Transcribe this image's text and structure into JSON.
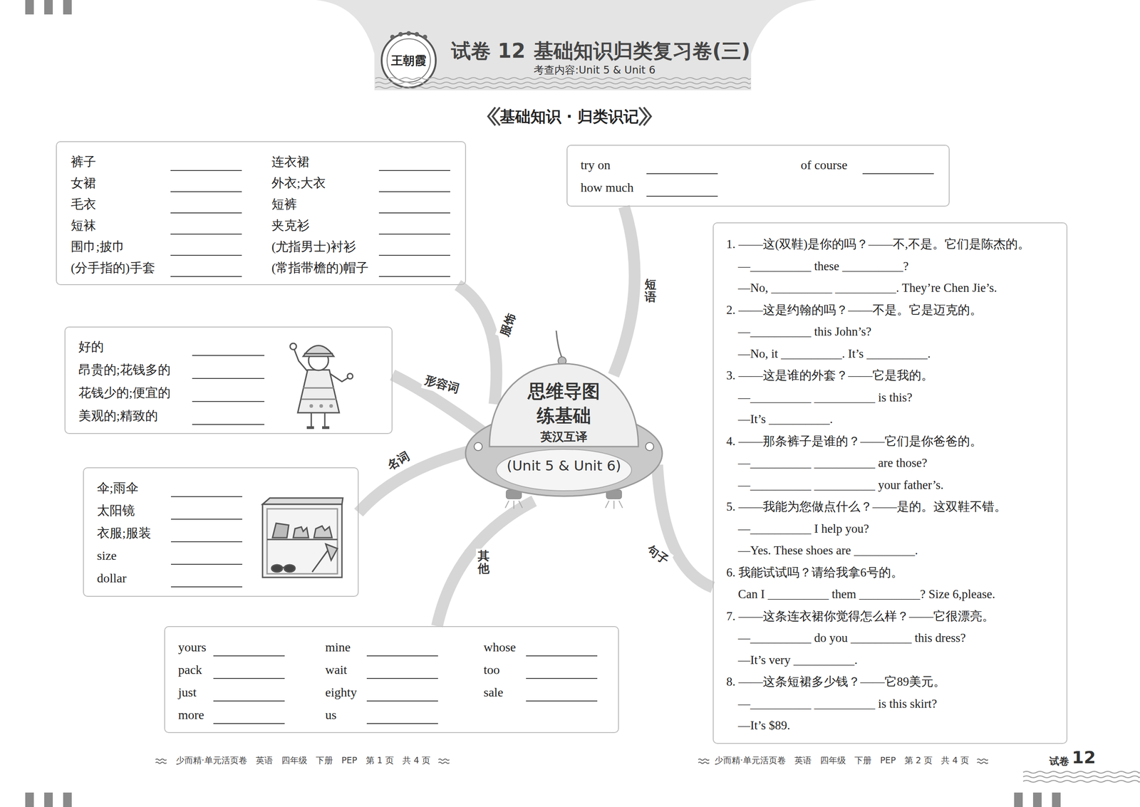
{
  "diagram": {
    "title": "基础知识归类复习卷(三)",
    "nodes": [
      {
        "text": [
          "思维导图 练基础",
          "英汉互译",
          "(Unit 5 & Unit 6)"
        ]
      },
      {
        "text": [
          "裤子",
          "连衣裙",
          "女裙",
          "外衣;大衣",
          "毛衣",
          "短裤",
          "短袜",
          "夹克衫",
          "围巾;披巾",
          "(尤指男士)衬衫",
          "(分手指的)手套",
          "(常指带檐的)帽子"
        ]
      },
      {
        "text": [
          "try on",
          "of course",
          "how much"
        ]
      },
      {
        "text": [
          "1. ——这(双鞋)是你的吗？——不,不是。它们是陈杰的。",
          "—__________ these __________?",
          "—No, __________ __________. They’re Chen Jie’s.",
          "2. ——这是约翰的吗？——不是。它是迈克的。",
          "—__________ this John’s?",
          "—No, it __________. It’s __________.",
          "3. ——这是谁的外套？——它是我的。",
          "—__________ __________ is this?",
          "—It’s __________.",
          "4. ——那条裤子是谁的？——它们是你爸爸的。",
          "—__________ __________ are those?",
          "—__________ __________ your father’s.",
          "5. ——我能为您做点什么？——是的。这双鞋不错。",
          "—__________ I help you?",
          "—Yes. These shoes are __________.",
          "6. 我能试试吗？请给我拿6号的。",
          "Can I __________ them __________? Size 6,please.",
          "7. ——这条连衣裙你觉得怎么样？——它很漂亮。",
          "—__________ do you __________ this dress?",
          "—It’s very __________.",
          "8. ——这条短裙多少钱？——它89美元。",
          "—__________ __________ is this skirt?",
          "—It’s $89."
        ]
      },
      {
        "text": [
          "好的",
          "昂贵的;花钱多的",
          "花钱少的;便宜的",
          "美观的;精致的"
        ]
      },
      {
        "text": [
          "伞;雨伞",
          "太阳镜",
          "衣服;服装",
          "size",
          "dollar"
        ]
      },
      {
        "text": [
          "yours",
          "mine",
          "whose",
          "pack",
          "wait",
          "too",
          "just",
          "eighty",
          "sale",
          "more",
          "us"
        ]
      }
    ],
    "edges": [
      {
        "from": 0,
        "to": 1,
        "label": "服饰",
        "arrow": "none"
      },
      {
        "from": 0,
        "to": 2,
        "label": "短语",
        "arrow": "none"
      },
      {
        "from": 0,
        "to": 3,
        "label": "句子",
        "arrow": "none"
      },
      {
        "from": 0,
        "to": 4,
        "label": "形容词",
        "arrow": "none"
      },
      {
        "from": 0,
        "to": 5,
        "label": "名词",
        "arrow": "none"
      },
      {
        "from": 0,
        "to": 6,
        "label": "其他",
        "arrow": "none"
      }
    ],
    "labels": [
      "试卷 12",
      "考查内容:Unit 5 & Unit 6",
      "基础知识 · 归类识记",
      "王朝霞",
      "少而精·单元活页卷　英语　四年级　下册　PEP　第 1 页　共 4 页",
      "少而精·单元活页卷　英语　四年级　下册　PEP　第 2 页　共 4 页",
      "试卷",
      "12"
    ]
  }
}
